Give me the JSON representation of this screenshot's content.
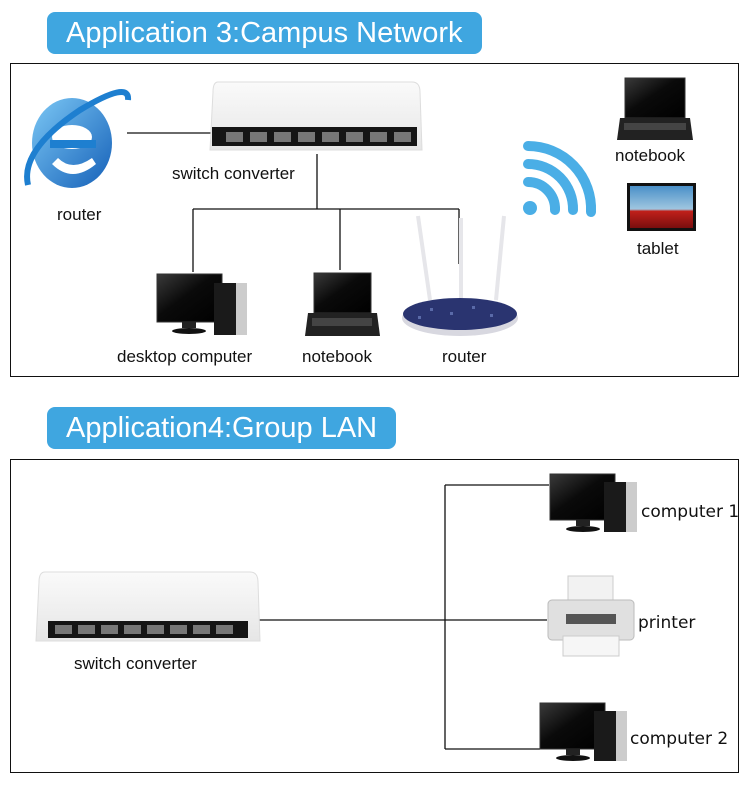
{
  "sections": [
    {
      "title": "Application 3:Campus Network",
      "devices": {
        "router_ie": "router",
        "switch": "switch converter",
        "desktop": "desktop computer",
        "notebook_wired": "notebook",
        "router_wifi": "router",
        "notebook_wireless": "notebook",
        "tablet": "tablet"
      },
      "icons": [
        "internet-explorer-icon",
        "switch-icon",
        "desktop-computer-icon",
        "laptop-icon",
        "wifi-router-icon",
        "wifi-signal-icon",
        "tablet-icon"
      ]
    },
    {
      "title": "Application4:Group LAN",
      "devices": {
        "switch": "switch converter",
        "computer1": "computer 1",
        "printer": "printer",
        "computer2": "computer 2"
      },
      "icons": [
        "switch-icon",
        "desktop-computer-icon",
        "printer-icon"
      ]
    }
  ],
  "colors": {
    "badge": "#3fa6e0",
    "wifi": "#4aaee6",
    "router_body": "#2a3470",
    "ie_blue": "#1e7fd0"
  }
}
